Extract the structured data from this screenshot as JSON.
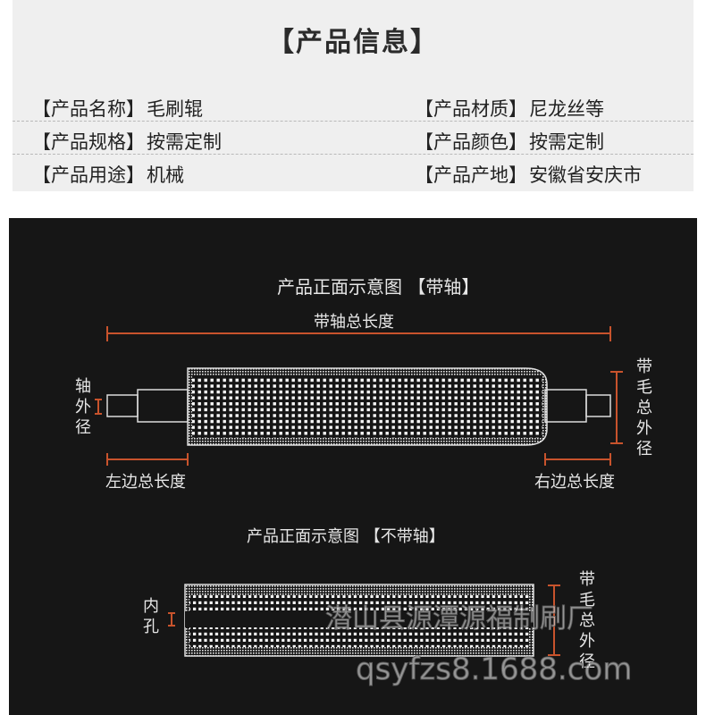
{
  "info": {
    "title": "【产品信息】",
    "rows": [
      {
        "left": {
          "key": "【产品名称】",
          "value": "毛刷辊"
        },
        "right": {
          "key": "【产品材质】",
          "value": "尼龙丝等"
        }
      },
      {
        "left": {
          "key": "【产品规格】",
          "value": "按需定制"
        },
        "right": {
          "key": "【产品颜色】",
          "value": "按需定制"
        }
      },
      {
        "left": {
          "key": "【产品用途】",
          "value": "机械"
        },
        "right": {
          "key": "【产品产地】",
          "value": "安徽省安庆市"
        }
      }
    ]
  },
  "diagram1": {
    "title": "产品正面示意图 【带轴】",
    "total_length_label": "带轴总长度",
    "shaft_diameter_label": [
      "轴",
      "外",
      "径"
    ],
    "brush_diameter_label": [
      "带",
      "毛",
      "总",
      "外",
      "径"
    ],
    "left_length_label": "左边总长度",
    "right_length_label": "右边总长度"
  },
  "diagram2": {
    "title": "产品正面示意图 【不带轴】",
    "inner_hole_label": [
      "内",
      "孔"
    ],
    "brush_diameter_label": [
      "带",
      "毛",
      "总",
      "外",
      "径"
    ]
  },
  "watermark": {
    "line1": "潜山县源潭源福制刷厂",
    "line2": "qsyfzs8.1688.com"
  },
  "colors": {
    "dimension_line": "#c8532c",
    "panel_bg": "#161616",
    "info_bg": "#efefef"
  }
}
